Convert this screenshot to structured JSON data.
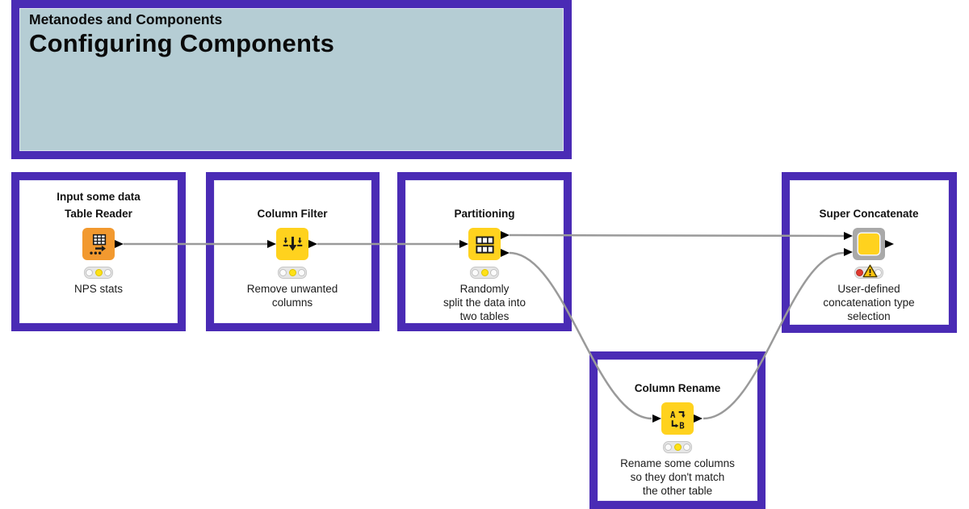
{
  "banner": {
    "subtitle": "Metanodes and Components",
    "title": "Configuring Components"
  },
  "annotations": {
    "input_header": "Input some data"
  },
  "nodes": {
    "table_reader": {
      "name": "Table Reader",
      "description": "NPS stats",
      "status": "configured (yellow)"
    },
    "column_filter": {
      "name": "Column Filter",
      "description": "Remove unwanted\ncolumns",
      "status": "configured (yellow)"
    },
    "partitioning": {
      "name": "Partitioning",
      "description": "Randomly\nsplit the data into\ntwo tables",
      "status": "configured (yellow)"
    },
    "column_rename": {
      "name": "Column Rename",
      "description": "Rename some columns\nso they don't match\nthe other table",
      "status": "configured (yellow)"
    },
    "super_concatenate": {
      "name": "Super Concatenate",
      "description": "User-defined\nconcatenation type\nselection",
      "status": "not configured (red + warning)"
    }
  },
  "colors": {
    "annotation_border": "#4a2bb5",
    "banner_fill": "#b5cdd4",
    "node_yellow": "#ffd21e",
    "source_orange": "#f2992f",
    "component_gray": "#a9a9a9",
    "wire_gray": "#9a9a9a",
    "status_yellow": "#ffe118",
    "status_red": "#e0382e",
    "warning_yellow": "#fec60a"
  }
}
